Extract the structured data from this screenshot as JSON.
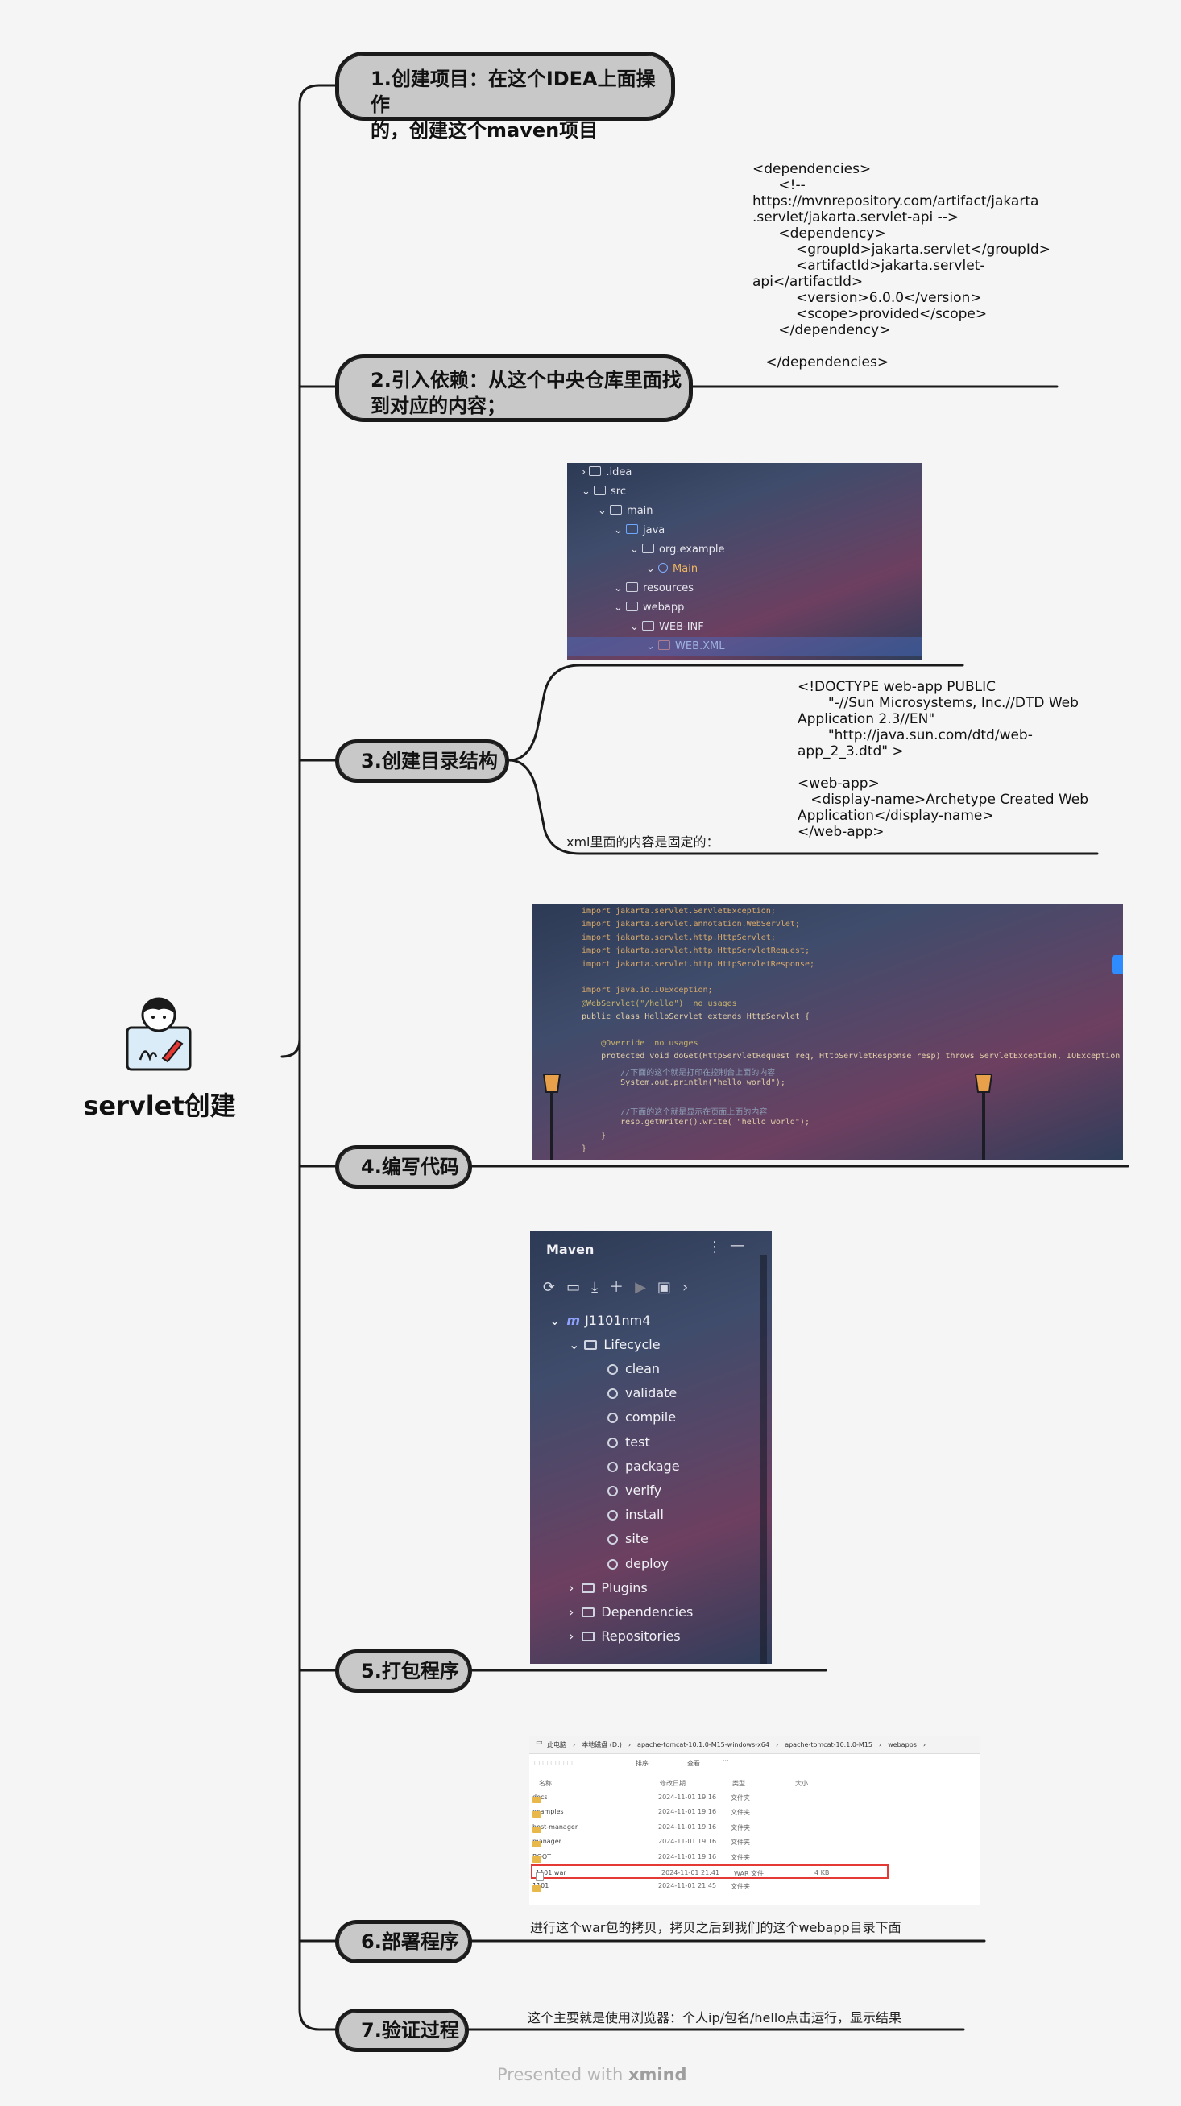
{
  "root": {
    "title": "servlet创建"
  },
  "nodes": [
    {
      "id": "n1",
      "lines": [
        "1.创建项目：在这个IDEA上面操作",
        "的，创建这个maven项目"
      ]
    },
    {
      "id": "n2",
      "lines": [
        "2.引入依赖：从这个中央仓库里面找",
        "到对应的内容；"
      ]
    },
    {
      "id": "n3",
      "lines": [
        "3.创建目录结构"
      ]
    },
    {
      "id": "n4",
      "lines": [
        "4.编写代码"
      ]
    },
    {
      "id": "n5",
      "lines": [
        "5.打包程序"
      ]
    },
    {
      "id": "n6",
      "lines": [
        "6.部署程序"
      ]
    },
    {
      "id": "n7",
      "lines": [
        "7.验证过程"
      ]
    }
  ],
  "dependency_xml": "<dependencies>\n      <!--\nhttps://mvnrepository.com/artifact/jakarta\n.servlet/jakarta.servlet-api -->\n      <dependency>\n          <groupId>jakarta.servlet</groupId>\n          <artifactId>jakarta.servlet-\napi</artifactId>\n          <version>6.0.0</version>\n          <scope>provided</scope>\n      </dependency>\n\n   </dependencies>",
  "web_xml": "<!DOCTYPE web-app PUBLIC\n       \"-//Sun Microsystems, Inc.//DTD Web\nApplication 2.3//EN\"\n       \"http://java.sun.com/dtd/web-\napp_2_3.dtd\" >\n\n<web-app>\n   <display-name>Archetype Created Web\nApplication</display-name>\n</web-app>",
  "notes": {
    "xml_fixed": "xml里面的内容是固定的：",
    "deploy": "进行这个war包的拷贝，拷贝之后到我们的这个webapp目录下面",
    "verify": "这个主要就是使用浏览器：个人ip/包名/hello点击运行，显示结果"
  },
  "project_tree": [
    {
      "label": ".idea",
      "indent": 0
    },
    {
      "label": "src",
      "indent": 0
    },
    {
      "label": "main",
      "indent": 1
    },
    {
      "label": "java",
      "indent": 2
    },
    {
      "label": "org.example",
      "indent": 3
    },
    {
      "label": "Main",
      "indent": 4
    },
    {
      "label": "resources",
      "indent": 2
    },
    {
      "label": "webapp",
      "indent": 2
    },
    {
      "label": "WEB-INF",
      "indent": 3
    },
    {
      "label": "WEB.XML",
      "indent": 4
    }
  ],
  "code_lines": [
    "import jakarta.servlet.ServletException;",
    "import jakarta.servlet.annotation.WebServlet;",
    "import jakarta.servlet.http.HttpServlet;",
    "import jakarta.servlet.http.HttpServletRequest;",
    "import jakarta.servlet.http.HttpServletResponse;",
    "",
    "import java.io.IOException;",
    "@WebServlet(\"/hello\")  no usages",
    "public class HelloServlet extends HttpServlet {",
    "",
    "    @Override  no usages",
    "    protected void doGet(HttpServletRequest req, HttpServletResponse resp) throws ServletException, IOException {",
    "        //下面的这个就是打印在控制台上面的内容",
    "        System.out.println(\"hello world\");",
    "",
    "        //下面的这个就是显示在页面上面的内容",
    "        resp.getWriter().write( \"hello world\");",
    "    }",
    "}"
  ],
  "maven": {
    "title": "Maven",
    "project": "J1101nm4",
    "lifecycle": "Lifecycle",
    "phases": [
      "clean",
      "validate",
      "compile",
      "test",
      "package",
      "verify",
      "install",
      "site",
      "deploy"
    ],
    "folders": [
      "Plugins",
      "Dependencies",
      "Repositories"
    ]
  },
  "explorer": {
    "breadcrumb": [
      "此电脑",
      "本地磁盘 (D:)",
      "apache-tomcat-10.1.0-M15-windows-x64",
      "apache-tomcat-10.1.0-M15",
      "webapps"
    ],
    "toolbar": [
      "排序",
      "查看"
    ],
    "columns": [
      "名称",
      "修改日期",
      "类型",
      "大小"
    ],
    "rows": [
      {
        "name": "docs",
        "date": "2024-11-01 19:16",
        "type": "文件夹",
        "size": ""
      },
      {
        "name": "examples",
        "date": "2024-11-01 19:16",
        "type": "文件夹",
        "size": ""
      },
      {
        "name": "host-manager",
        "date": "2024-11-01 19:16",
        "type": "文件夹",
        "size": ""
      },
      {
        "name": "manager",
        "date": "2024-11-01 19:16",
        "type": "文件夹",
        "size": ""
      },
      {
        "name": "ROOT",
        "date": "2024-11-01 19:16",
        "type": "文件夹",
        "size": ""
      },
      {
        "name": "1101.war",
        "date": "2024-11-01 21:41",
        "type": "WAR 文件",
        "size": "4 KB"
      },
      {
        "name": "1101",
        "date": "2024-11-01 21:45",
        "type": "文件夹",
        "size": ""
      }
    ]
  },
  "footer": {
    "text": "Presented with",
    "brand": "xmind"
  },
  "colors": {
    "node_fill": "#c8c8c8",
    "line": "#1a1a1a",
    "highlight": "#e53935"
  }
}
